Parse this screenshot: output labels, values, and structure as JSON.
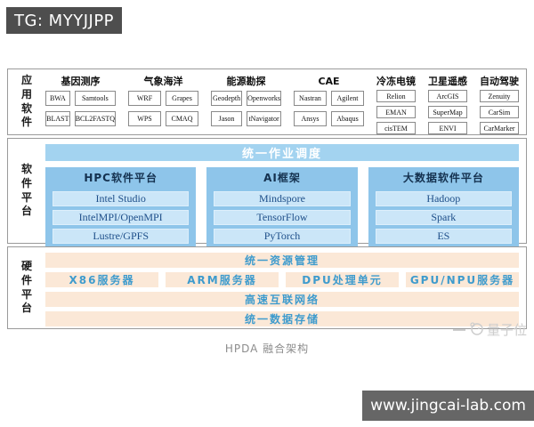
{
  "header": {
    "tag": "TG: MYYJJPP"
  },
  "diagram": {
    "caption": "HPDA 融合架构",
    "app_section": {
      "label": "应用软件",
      "categories": [
        {
          "name": "基因测序",
          "layout": "grid",
          "apps": [
            "BWA",
            "Samtools",
            "BLAST",
            "BCL2FASTQ"
          ]
        },
        {
          "name": "气象海洋",
          "layout": "grid",
          "apps": [
            "WRF",
            "Grapes",
            "WPS",
            "CMAQ"
          ]
        },
        {
          "name": "能源勘探",
          "layout": "grid",
          "apps": [
            "Geodepth",
            "Openworks",
            "Jason",
            "tNavigator"
          ]
        },
        {
          "name": "CAE",
          "layout": "grid",
          "apps": [
            "Nastran",
            "Agilent",
            "Ansys",
            "Abaqus"
          ]
        },
        {
          "name": "冷冻电镜",
          "layout": "column",
          "apps": [
            "Relion",
            "EMAN",
            "cisTEM"
          ]
        },
        {
          "name": "卫星遥感",
          "layout": "column",
          "apps": [
            "ArcGIS",
            "SuperMap",
            "ENVI"
          ]
        },
        {
          "name": "自动驾驶",
          "layout": "column",
          "apps": [
            "Zenuity",
            "CarSim",
            "CarMarker"
          ]
        }
      ]
    },
    "software_section": {
      "label": "软件平台",
      "scheduler_bar": "统一作业调度",
      "platforms": [
        {
          "title": "HPC软件平台",
          "items": [
            "Intel Studio",
            "IntelMPI/OpenMPI",
            "Lustre/GPFS"
          ]
        },
        {
          "title": "AI框架",
          "items": [
            "Mindspore",
            "TensorFlow",
            "PyTorch"
          ]
        },
        {
          "title": "大数据软件平台",
          "items": [
            "Hadoop",
            "Spark",
            "ES"
          ]
        }
      ]
    },
    "hardware_section": {
      "label": "硬件平台",
      "resource_bar": "统一资源管理",
      "servers": [
        "X86服务器",
        "ARM服务器",
        "DPU处理单元",
        "GPU/NPU服务器"
      ],
      "network_bar": "高速互联网络",
      "storage_bar": "统一数据存储"
    }
  },
  "watermark": {
    "brand": "量子位"
  },
  "footer": {
    "url": "www.jingcai-lab.com"
  },
  "colors": {
    "tag_bg": "#4e4e4e",
    "footer_bg": "#666666",
    "section_border": "#9a9a9a",
    "scheduler_bar_bg": "#a3d3f0",
    "platform_box_bg": "#8ec5ea",
    "platform_item_bg": "#cbe6f8",
    "platform_item_text": "#1d4e89",
    "hardware_bar_bg": "#fbe8d7",
    "hardware_bar_text": "#3e9bcd",
    "caption_text": "#8c8c8c"
  }
}
